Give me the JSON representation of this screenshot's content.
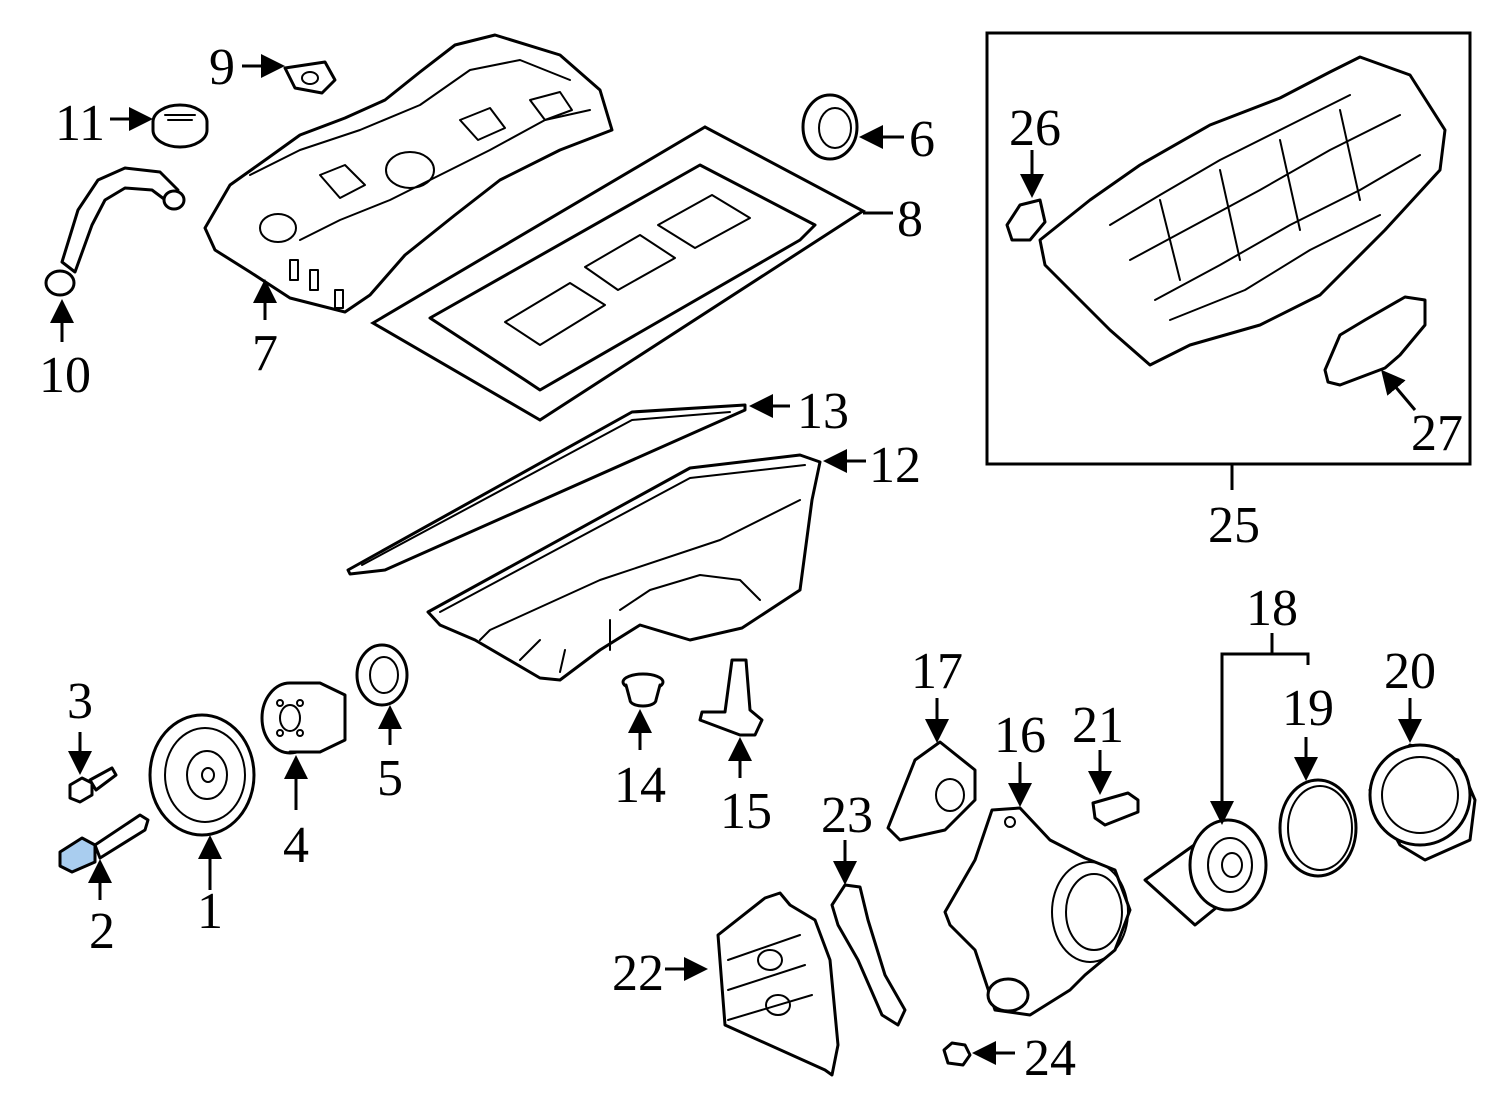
{
  "labels": {
    "p1": "1",
    "p2": "2",
    "p3": "3",
    "p4": "4",
    "p5": "5",
    "p6": "6",
    "p7": "7",
    "p8": "8",
    "p9": "9",
    "p10": "10",
    "p11": "11",
    "p12": "12",
    "p13": "13",
    "p14": "14",
    "p15": "15",
    "p16": "16",
    "p17": "17",
    "p18": "18",
    "p19": "19",
    "p20": "20",
    "p21": "21",
    "p22": "22",
    "p23": "23",
    "p24": "24",
    "p25": "25",
    "p26": "26",
    "p27": "27"
  },
  "highlight_color": "#a9cdef"
}
